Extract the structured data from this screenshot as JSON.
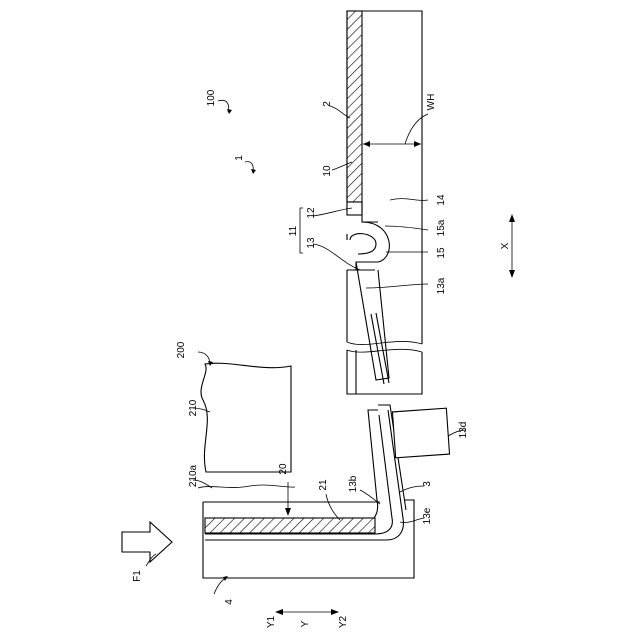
{
  "figure": {
    "labels": {
      "assembly_100": "100",
      "member_2": "2",
      "unit_1": "1",
      "part_10": "10",
      "part_11": "11",
      "part_12": "12",
      "part_13": "13",
      "part_14": "14",
      "part_15": "15",
      "part_15a": "15a",
      "part_13a": "13a",
      "width_wh": "WH",
      "axis_x": "X",
      "object_200": "200",
      "part_210": "210",
      "edge_210a": "210a",
      "part_20": "20",
      "part_21": "21",
      "part_13b": "13b",
      "part_3": "3",
      "part_13d": "13d",
      "part_13e": "13e",
      "force_f1": "F1",
      "part_4": "4",
      "axis_y": "Y",
      "axis_y1": "Y1",
      "axis_y2": "Y2"
    }
  }
}
